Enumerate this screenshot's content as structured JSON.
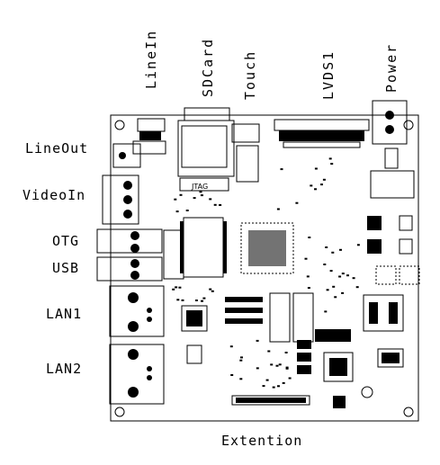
{
  "labels": {
    "linein": "LineIn",
    "sdcard": "SDCard",
    "touch": "Touch",
    "lvds": "LVDS1",
    "power": "Power",
    "lineout": "LineOut",
    "videoin": "VideoIn",
    "otg": "OTG",
    "usb": "USB",
    "lan1": "LAN1",
    "lan2": "LAN2",
    "extention": "Extention",
    "jtag": "JTAG"
  }
}
